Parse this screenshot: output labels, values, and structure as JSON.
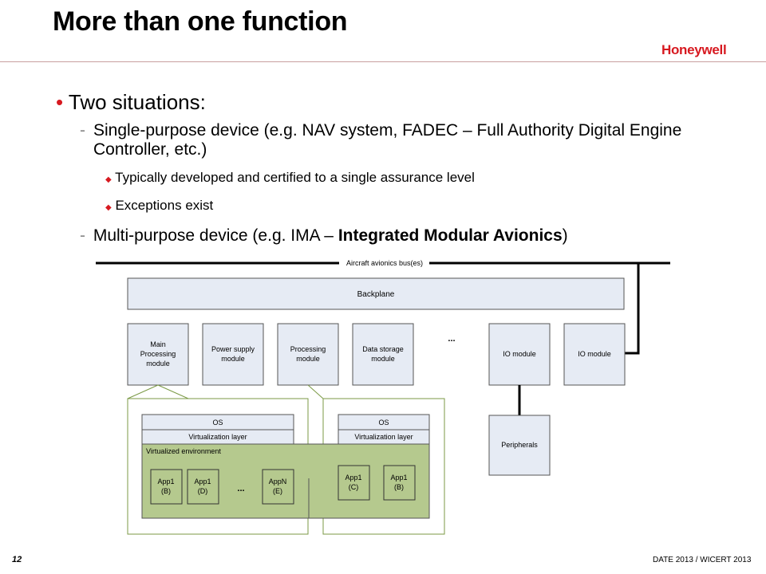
{
  "slide": {
    "title": "More than one function",
    "logo_text": "Honeywell",
    "page_number": "12",
    "footer": "DATE 2013 / WICERT 2013"
  },
  "bullets": {
    "level1": "Two situations:",
    "item1": "Single-purpose device (e.g. NAV system, FADEC – Full Authority Digital Engine Controller, etc.)",
    "item1_subs": [
      "Typically developed and certified to a single assurance level",
      "Exceptions exist"
    ],
    "item2_prefix": "Multi-purpose device (e.g. IMA – ",
    "item2_bold": "Integrated Modular Avionics",
    "item2_suffix": ")"
  },
  "diagram": {
    "bus_label": "Aircraft avionics bus(es)",
    "backplane": "Backplane",
    "modules": [
      [
        "Main",
        "Processing",
        "module"
      ],
      [
        "Power supply",
        "module"
      ],
      [
        "Processing",
        "module"
      ],
      [
        "Data storage",
        "module"
      ],
      [
        "IO module"
      ],
      [
        "IO module"
      ]
    ],
    "ellipsis": "...",
    "peripherals": "Peripherals",
    "left_stack": {
      "os": "OS",
      "virt": "Virtualization layer"
    },
    "right_stack": {
      "os": "OS",
      "virt": "Virtualization layer"
    },
    "virtualized_env": "Virtualized environment",
    "left_apps": [
      [
        "App1",
        "(B)"
      ],
      [
        "App1",
        "(D)"
      ],
      [
        "AppN",
        "(E)"
      ]
    ],
    "right_apps": [
      [
        "App1",
        "(C)"
      ],
      [
        "App1",
        "(B)"
      ]
    ],
    "colors": {
      "module_fill": "#e6ebf4",
      "green_fill": "#b5c98e",
      "green_border": "#7b9a46",
      "logo_red": "#d71920"
    }
  }
}
